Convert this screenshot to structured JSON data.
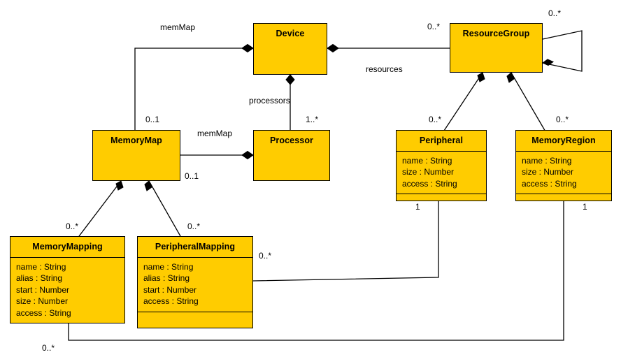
{
  "diagram": {
    "kind": "uml-class-diagram",
    "background": "#ffffff",
    "node_fill": "#FFCC00",
    "node_stroke": "#000000",
    "text_color": "#000000"
  },
  "classes": {
    "device": {
      "name": "Device",
      "attributes": [],
      "has_compartments": false
    },
    "resource_group": {
      "name": "ResourceGroup",
      "attributes": [],
      "has_compartments": false
    },
    "memory_map": {
      "name": "MemoryMap",
      "attributes": [],
      "has_compartments": false
    },
    "processor": {
      "name": "Processor",
      "attributes": [],
      "has_compartments": false
    },
    "peripheral": {
      "name": "Peripheral",
      "attributes": [
        "name : String",
        "size : Number",
        "access : String"
      ],
      "has_compartments": true
    },
    "memory_region": {
      "name": "MemoryRegion",
      "attributes": [
        "name : String",
        "size : Number",
        "access : String"
      ],
      "has_compartments": true
    },
    "memory_mapping": {
      "name": "MemoryMapping",
      "attributes": [
        "name : String",
        "alias : String",
        "start : Number",
        "size : Number",
        "access : String"
      ],
      "has_compartments": true
    },
    "peripheral_mapping": {
      "name": "PeripheralMapping",
      "attributes": [
        "name : String",
        "alias : String",
        "start : Number",
        "access : String"
      ],
      "has_compartments": true
    }
  },
  "edge_labels": {
    "memmap_top": "memMap",
    "memmap_mid": "memMap",
    "processors": "processors",
    "resources": "resources",
    "rg_device_mult": "0..*",
    "rg_self_mult": "0..*",
    "memorymap_top_mult": "0..1",
    "memorymap_bottom_mult": "0..1",
    "processor_mult": "1..*",
    "peripheral_mult": "0..*",
    "memoryregion_mult": "0..*",
    "memorymapping_mult": "0..*",
    "peripheralmapping_mult": "0..*",
    "peripheralmapping_right_mult": "0..*",
    "peripheral_bottom_mult": "1",
    "memoryregion_bottom_mult": "1",
    "memorymapping_bottom_mult": "0..*"
  }
}
